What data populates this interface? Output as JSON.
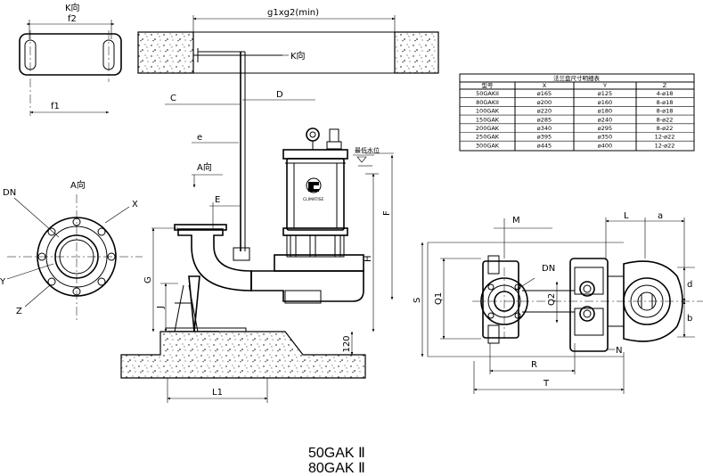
{
  "labels": {
    "k_view": "K向",
    "f2": "f2",
    "f1": "f1",
    "g1xg2": "g1xg2(min)",
    "k_view_arrow": "K向",
    "c": "C",
    "d": "D",
    "e": "e",
    "a_view": "A向",
    "e_upper": "E",
    "min_water": "最低水位",
    "f": "F",
    "h": "H",
    "g": "G",
    "j": "J",
    "dim_120": "120",
    "l1": "L1",
    "dn_left": "DN",
    "a_view_left": "A向",
    "x": "X",
    "y": "Y",
    "z": "Z",
    "m": "M",
    "l": "L",
    "a": "a",
    "dn_right": "DN",
    "s": "S",
    "q1": "Q1",
    "q2": "Q2",
    "d_small": "d",
    "b": "b",
    "n": "N",
    "r": "R",
    "t": "T",
    "brand": "CLIMATISE"
  },
  "flange_table": {
    "title": "法兰盘尺寸明细表",
    "headers": [
      "型号",
      "X",
      "Y",
      "Z"
    ],
    "rows": [
      [
        "50GAKII",
        "ø165",
        "ø125",
        "4-ø18"
      ],
      [
        "80GAKII",
        "ø200",
        "ø160",
        "8-ø18"
      ],
      [
        "100GAK",
        "ø220",
        "ø180",
        "8-ø18"
      ],
      [
        "150GAK",
        "ø285",
        "ø240",
        "8-ø22"
      ],
      [
        "200GAK",
        "ø340",
        "ø295",
        "8-ø22"
      ],
      [
        "250GAK",
        "ø395",
        "ø350",
        "12-ø22"
      ],
      [
        "300GAK",
        "ø445",
        "ø400",
        "12-ø22"
      ]
    ]
  },
  "model_lines": [
    "50GAK Ⅱ",
    "80GAK Ⅱ"
  ]
}
